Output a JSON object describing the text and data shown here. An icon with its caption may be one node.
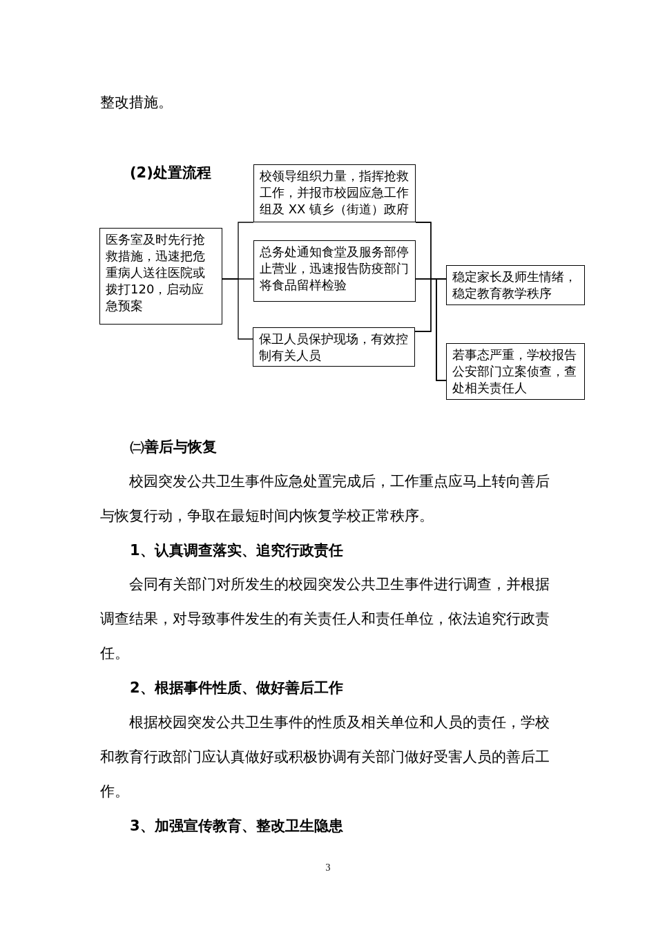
{
  "diagram": {
    "title": "(2)处置流程",
    "nodes": [
      {
        "text": [
          "医务室及时先行抢救措施，迅速把危重病人送往医院或拨打120，启动应急预案"
        ]
      },
      {
        "text": [
          "校领导组织力量，指挥抢救工作，并报市校园应急工作组及 XX 镇乡（街道）政府"
        ]
      },
      {
        "text": [
          "总务处通知食堂及服务部停止营业，迅速报告防疫部门将食品留样检验"
        ]
      },
      {
        "text": [
          "保卫人员保护现场，有效控制有关人员"
        ]
      },
      {
        "text": [
          "稳定家长及师生情绪，稳定教育教学秩序"
        ]
      },
      {
        "text": [
          "若事态严重，学校报告公安部门立案侦查，查处相关责任人"
        ]
      }
    ],
    "edges": [
      {
        "from": 0,
        "to": 1,
        "arrow": "none"
      },
      {
        "from": 0,
        "to": 2,
        "arrow": "none"
      },
      {
        "from": 0,
        "to": 3,
        "arrow": "none"
      },
      {
        "from": 1,
        "to": 4,
        "arrow": "none"
      },
      {
        "from": 1,
        "to": 5,
        "arrow": "none"
      },
      {
        "from": 2,
        "to": 4,
        "arrow": "none"
      },
      {
        "from": 2,
        "to": 5,
        "arrow": "none"
      },
      {
        "from": 3,
        "to": 4,
        "arrow": "none"
      },
      {
        "from": 3,
        "to": 5,
        "arrow": "none"
      }
    ],
    "labels": [
      "整改措施。",
      "㈡善后与恢复",
      "校园突发公共卫生事件应急处置完成后，工作重点应马上转向善后与恢复行动，争取在最短时间内恢复学校正常秩序。",
      "1、认真调查落实、追究行政责任",
      "会同有关部门对所发生的校园突发公共卫生事件进行调查，并根据调查结果，对导致事件发生的有关责任人和责任单位，依法追究行政责任。",
      "2、根据事件性质、做好善后工作",
      "根据校园突发公共卫生事件的性质及相关单位和人员的责任，学校和教育行政部门应认真做好或积极协调有关部门做好受害人员的善后工作。",
      "3、加强宣传教育、整改卫生隐患",
      "3"
    ]
  }
}
